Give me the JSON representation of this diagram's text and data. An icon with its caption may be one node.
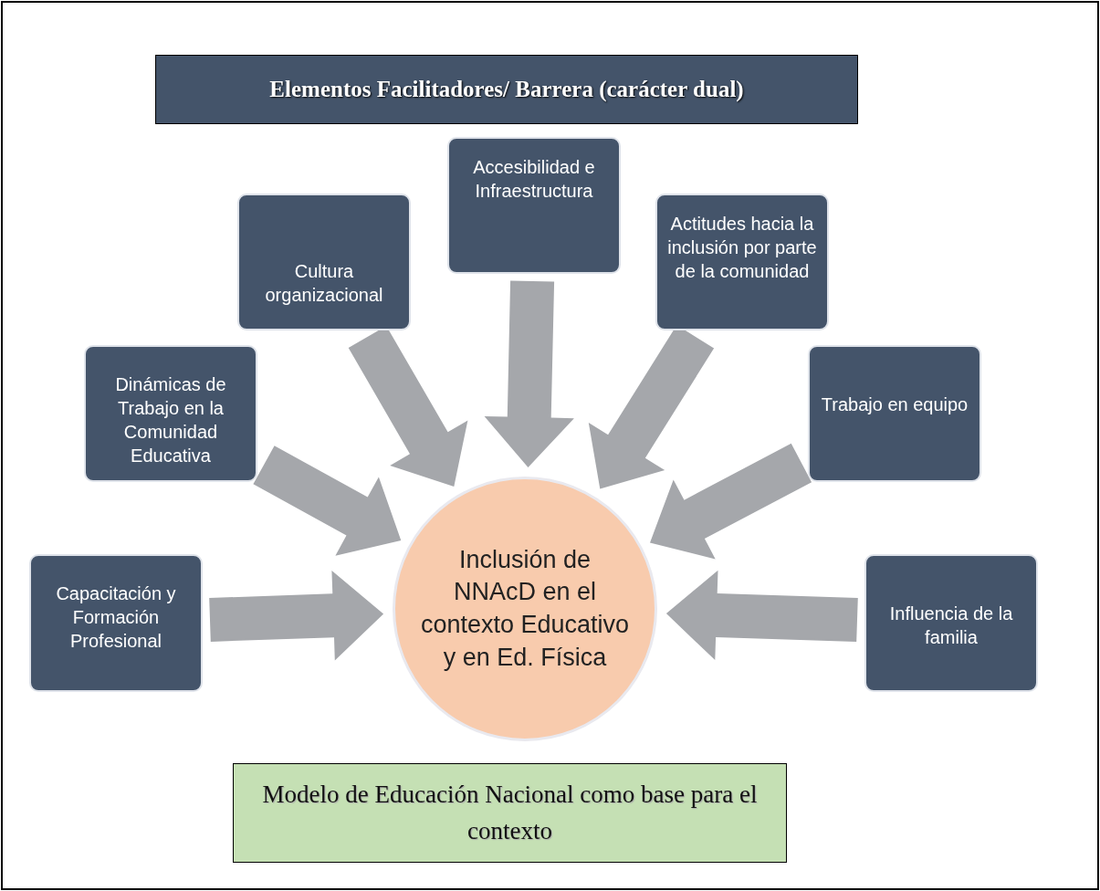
{
  "diagram": {
    "title": "Elementos Facilitadores/ Barrera (carácter dual)",
    "nodes": [
      {
        "text": [
          "Accesibilidad e Infraestructura"
        ]
      },
      {
        "text": [
          "Cultura organizacional"
        ]
      },
      {
        "text": [
          "Actitudes hacia la inclusión por parte de la comunidad"
        ]
      },
      {
        "text": [
          "Dinámicas de Trabajo en la Comunidad Educativa"
        ]
      },
      {
        "text": [
          "Trabajo en equipo"
        ]
      },
      {
        "text": [
          "Capacitación y Formación Profesional"
        ]
      },
      {
        "text": [
          "Influencia de la familia"
        ]
      },
      {
        "text": [
          "Inclusión de NNAcD en el contexto Educativo y en Ed. Física"
        ]
      },
      {
        "text": [
          "Modelo de Educación Nacional como base para el contexto"
        ]
      }
    ],
    "edges": [
      {
        "from": 0,
        "to": 7,
        "arrow": "to",
        "style": "thick"
      },
      {
        "from": 1,
        "to": 7,
        "arrow": "to",
        "style": "thick"
      },
      {
        "from": 2,
        "to": 7,
        "arrow": "to",
        "style": "thick"
      },
      {
        "from": 3,
        "to": 7,
        "arrow": "to",
        "style": "thick"
      },
      {
        "from": 4,
        "to": 7,
        "arrow": "to",
        "style": "thick"
      },
      {
        "from": 5,
        "to": 7,
        "arrow": "to",
        "style": "thick"
      },
      {
        "from": 6,
        "to": 7,
        "arrow": "to",
        "style": "thick"
      }
    ]
  }
}
